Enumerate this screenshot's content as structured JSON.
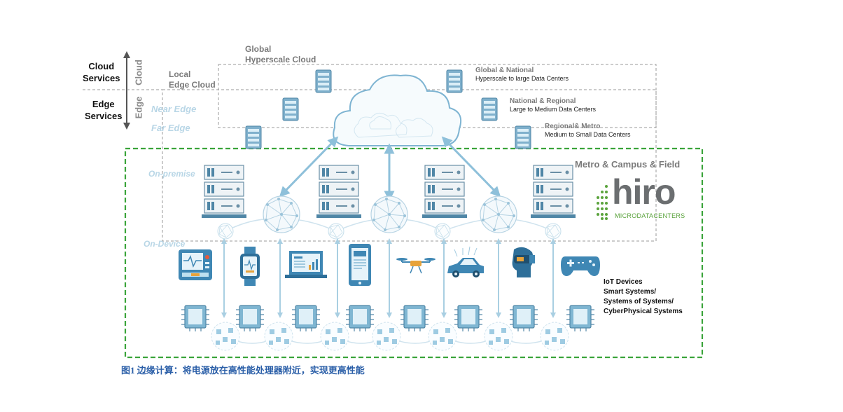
{
  "left_axis": {
    "cloud_services": "Cloud\nServices",
    "edge_services": "Edge\nServices",
    "cloud_vertical": "Cloud",
    "edge_vertical": "Edge"
  },
  "tiers": {
    "global_hyperscale": "Global\nHyperscale Cloud",
    "local_edge_cloud": "Local\nEdge Cloud",
    "near_edge": "Near Edge",
    "far_edge": "Far Edge",
    "on_premise": "On-premise",
    "on_device": "On-Device"
  },
  "data_centers": [
    {
      "title": "Global & National",
      "subtitle": "Hyperscale to large Data Centers"
    },
    {
      "title": "National & Regional",
      "subtitle": "Large to Medium Data Centers"
    },
    {
      "title": "Regional& Metro",
      "subtitle": "Medium to Small Data Centers"
    }
  ],
  "metro_label": "Metro & Campus & Field",
  "logo": {
    "word": "hiro",
    "sub": "MICRODATACENTERS"
  },
  "iot_label": "IoT Devices\nSmart Systems/\nSystems of Systems/\nCyberPhysical Systems",
  "devices": [
    "medical-monitor-icon",
    "smartwatch-icon",
    "laptop-icon",
    "tablet-icon",
    "drone-icon",
    "car-icon",
    "vr-headset-icon",
    "gamepad-icon"
  ],
  "caption": "图1 边缘计算：将电源放在高性能处理器附近，实现更高性能",
  "colors": {
    "accent_blue": "#5aa0c8",
    "light_blue": "#b8d6e6",
    "green_dash": "#3aa43a",
    "grey_dash": "#9a9a9a"
  }
}
